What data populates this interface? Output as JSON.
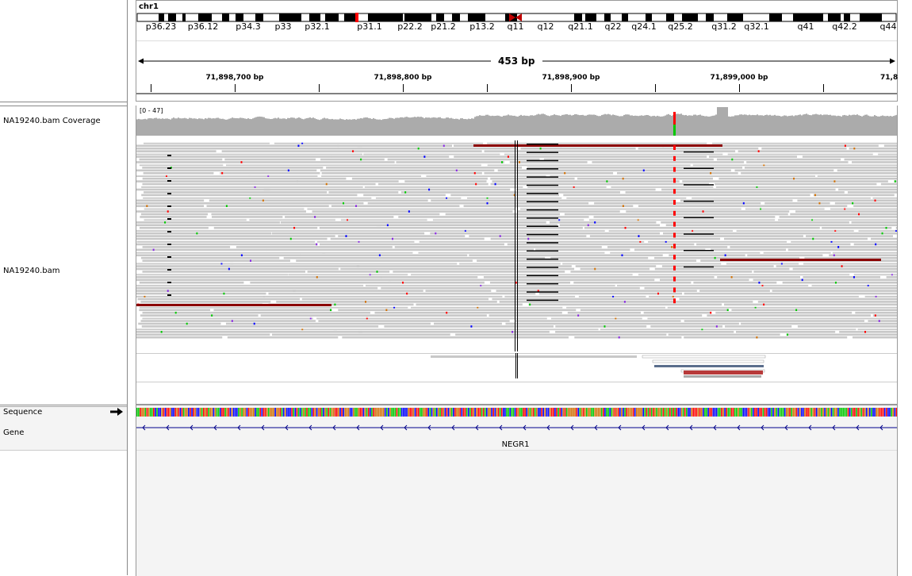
{
  "chromosome": "chr1",
  "ideogram": {
    "bands": [
      "p36.23",
      "p36.12",
      "p34.3",
      "p33",
      "p32.1",
      "p31.1",
      "p22.2",
      "p21.2",
      "p13.2",
      "q11",
      "q12",
      "q21.1",
      "q22",
      "q24.1",
      "q25.2",
      "q31.2",
      "q32.1",
      "q41",
      "q42.2",
      "q44"
    ]
  },
  "ruler": {
    "span_label": "453 bp",
    "ticks": [
      "71,898,700 bp",
      "71,898,800 bp",
      "71,898,900 bp",
      "71,899,000 bp",
      "71,8"
    ]
  },
  "tracks": {
    "coverage": {
      "name": "NA19240.bam Coverage",
      "range": "[0 - 47]"
    },
    "alignment": {
      "name": "NA19240.bam"
    },
    "sequence": {
      "name": "Sequence",
      "strand_icon": "right-arrow-icon"
    },
    "gene": {
      "name": "Gene",
      "feature": "NEGR1"
    }
  },
  "colors": {
    "read": "#c8c8c8",
    "coverage": "#ababab",
    "mismatch_A": "#00c800",
    "mismatch_C": "#0000ff",
    "mismatch_G": "#d17105",
    "mismatch_T": "#ff0000",
    "gene": "#00008b",
    "centromere": "#c00000"
  }
}
